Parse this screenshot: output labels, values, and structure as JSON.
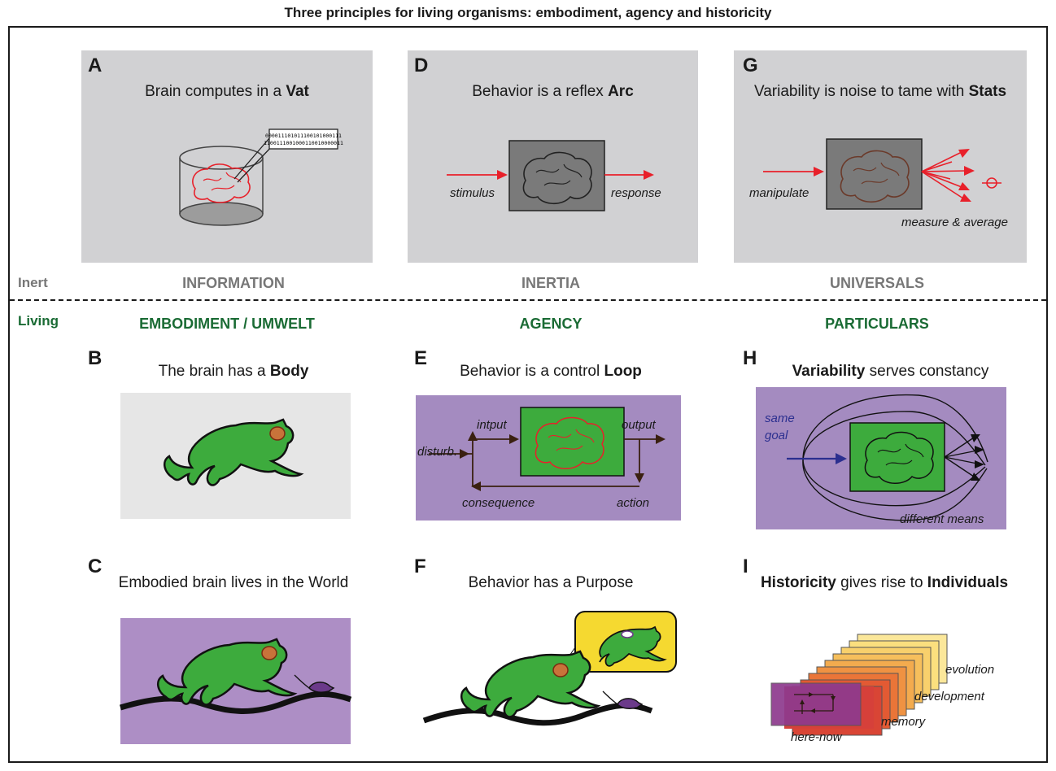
{
  "figure_title": "Three principles for living organisms: embodiment, agency and historicity",
  "row_labels": {
    "inert": "Inert",
    "living": "Living"
  },
  "inert_categories": [
    "INFORMATION",
    "INERTIA",
    "UNIVERSALS"
  ],
  "living_categories": [
    "EMBODIMENT / UMWELT",
    "AGENCY",
    "PARTICULARS"
  ],
  "panels": {
    "A": {
      "letter": "A",
      "pre": "Brain computes in a ",
      "bold": "Vat",
      "post": "",
      "binary_line1": "000011101011100101000111",
      "binary_line2": "1100111001000110010000011"
    },
    "D": {
      "letter": "D",
      "pre": "Behavior is a reflex ",
      "bold": "Arc",
      "post": "",
      "label_in": "stimulus",
      "label_out": "response"
    },
    "G": {
      "letter": "G",
      "pre": "Variability is noise to tame with ",
      "bold": "Stats",
      "post": "",
      "label_in": "manipulate",
      "label_out": "measure & average"
    },
    "B": {
      "letter": "B",
      "pre": "The brain has a ",
      "bold": "Body",
      "post": ""
    },
    "E": {
      "letter": "E",
      "pre": "Behavior is a control ",
      "bold": "Loop",
      "post": "",
      "label_input": "intput",
      "label_output": "output",
      "label_disturb": "disturb.",
      "label_consequence": "consequence",
      "label_action": "action"
    },
    "H": {
      "letter": "H",
      "pre": "",
      "bold": "Variability",
      "post": " serves constancy",
      "label_same": "same",
      "label_goal": "goal",
      "label_means": "different means"
    },
    "C": {
      "letter": "C",
      "text": "Embodied brain lives in the World"
    },
    "F": {
      "letter": "F",
      "text": "Behavior has a Purpose"
    },
    "I": {
      "letter": "I",
      "bold1": "Historicity",
      "mid": " gives rise to ",
      "bold2": "Individuals",
      "label_evolution": "evolution",
      "label_development": "development",
      "label_memory": "memory",
      "label_herenow": "here-now"
    }
  },
  "colors": {
    "panel_grey": "#d1d1d3",
    "panel_light": "#e6e6e6",
    "panel_purple": "#a48bc0",
    "cat_green": "#2fa84f",
    "living_text": "#1a6b34",
    "arrow_red": "#e8202a",
    "brain_red": "#e8202a",
    "goal_blue": "#2b2f8f",
    "frame_yellow": "#f5d930"
  }
}
